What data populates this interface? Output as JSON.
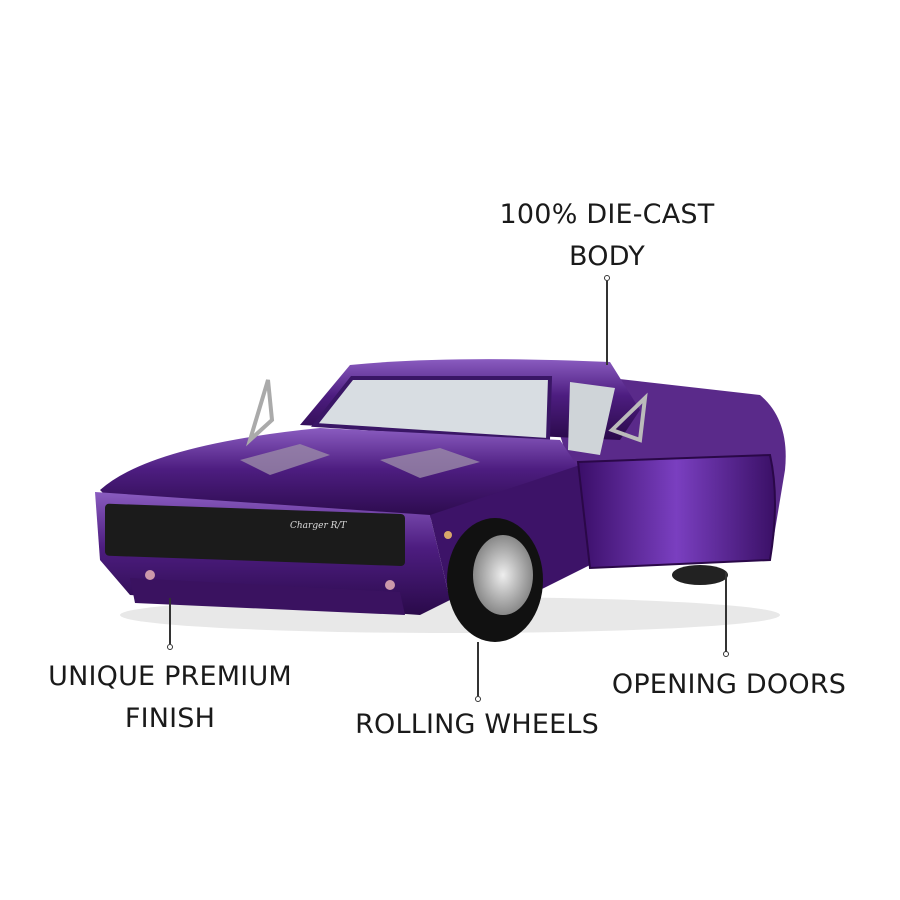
{
  "product": {
    "badge_text": "Charger R/T",
    "body_color": "#4a1a7a"
  },
  "callouts": [
    {
      "id": "die-cast",
      "lines": [
        "100% DIE-CAST",
        "BODY"
      ]
    },
    {
      "id": "finish",
      "lines": [
        "UNIQUE PREMIUM",
        "FINISH"
      ]
    },
    {
      "id": "wheels",
      "lines": [
        "ROLLING WHEELS"
      ]
    },
    {
      "id": "doors",
      "lines": [
        "OPENING DOORS"
      ]
    }
  ]
}
